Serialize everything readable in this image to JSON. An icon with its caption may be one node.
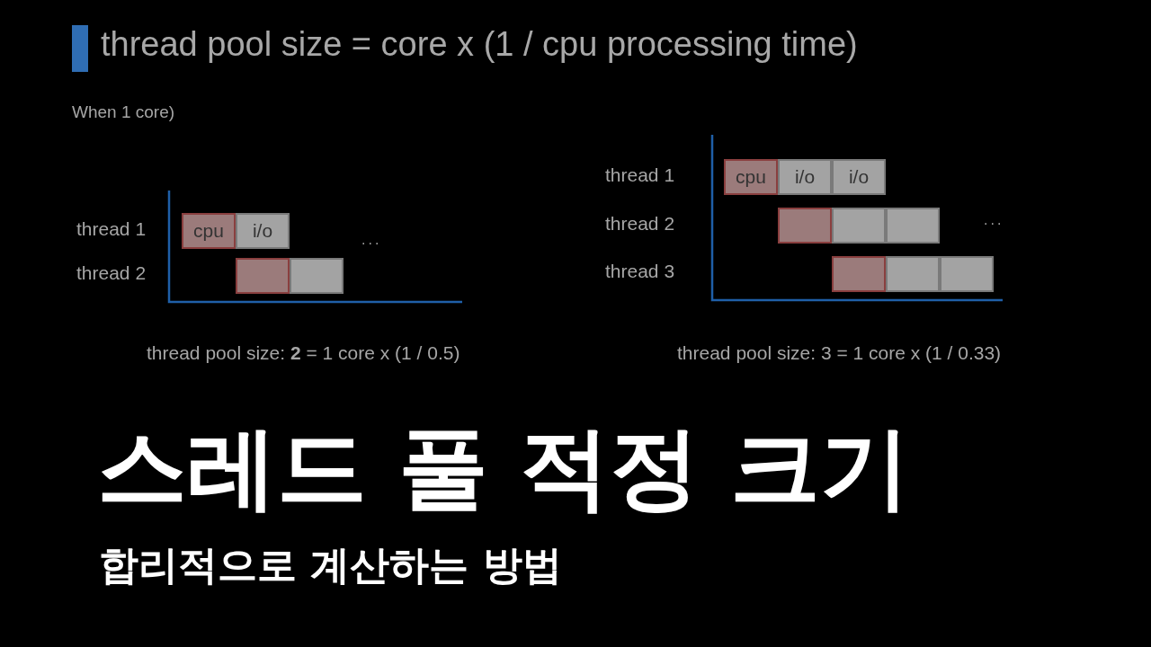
{
  "diagram": {
    "title": "thread pool size = core x (1 / cpu processing time)",
    "nodes": [
      {
        "text": [
          "cpu"
        ]
      },
      {
        "text": [
          "i/o"
        ]
      },
      {
        "text": [],
        "shape": "box"
      },
      {
        "text": [],
        "shape": "box"
      },
      {
        "text": [
          "cpu"
        ]
      },
      {
        "text": [
          "i/o"
        ]
      },
      {
        "text": [
          "i/o"
        ]
      },
      {
        "text": [],
        "shape": "box"
      },
      {
        "text": [],
        "shape": "box"
      },
      {
        "text": [],
        "shape": "box"
      },
      {
        "text": [],
        "shape": "box"
      },
      {
        "text": [],
        "shape": "box"
      },
      {
        "text": [],
        "shape": "box"
      }
    ],
    "labels": [
      "When 1 core)",
      "thread 1",
      "thread 2",
      "...",
      "thread pool size: **2** = 1 core x (1 / 0.5)",
      "thread 1",
      "thread 2",
      "thread 3",
      "...",
      "thread pool size: 3 = 1 core x (1 / 0.33)",
      "스레드 풀 적정 크기",
      "합리적으로 계산하는 방법"
    ]
  }
}
